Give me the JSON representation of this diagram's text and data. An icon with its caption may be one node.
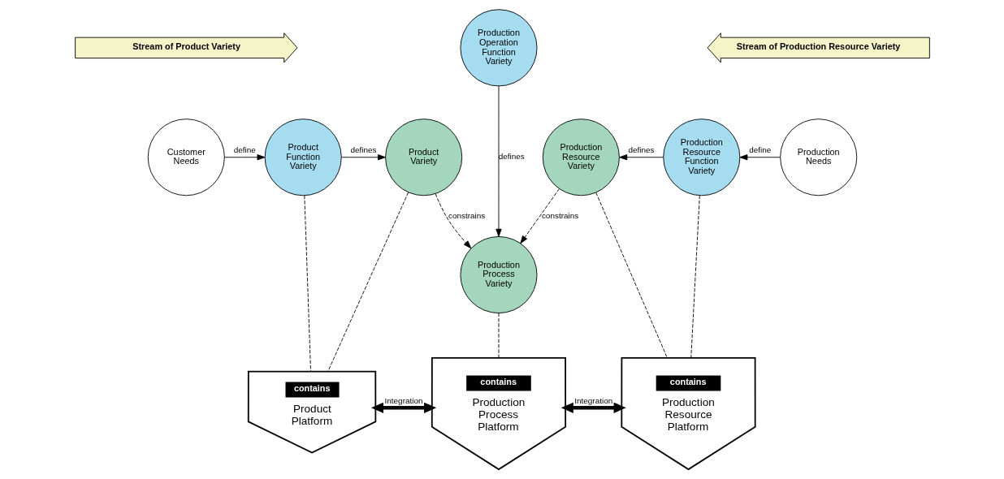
{
  "diagram": {
    "nodes": [
      {
        "text": [
          "Stream of Product Variety"
        ]
      },
      {
        "text": [
          "Production Operation Function Variety"
        ]
      },
      {
        "text": [
          "Stream of Production Resource Variety"
        ]
      },
      {
        "text": [
          "Customer Needs"
        ]
      },
      {
        "text": [
          "Product Function Variety"
        ]
      },
      {
        "text": [
          "Product Variety"
        ]
      },
      {
        "text": [
          "Production Process Variety"
        ]
      },
      {
        "text": [
          "Production Resource Variety"
        ]
      },
      {
        "text": [
          "Production Resource Function Variety"
        ]
      },
      {
        "text": [
          "Production Needs"
        ]
      },
      {
        "text": [
          "contains",
          "Product Platform"
        ]
      },
      {
        "text": [
          "contains",
          "Production Process Platform"
        ]
      },
      {
        "text": [
          "contains",
          "Production Resource Platform"
        ]
      }
    ],
    "edges": [
      {
        "from": 3,
        "to": 4,
        "arrow": "to",
        "label": "define"
      },
      {
        "from": 4,
        "to": 5,
        "arrow": "to",
        "label": "defines"
      },
      {
        "from": 1,
        "to": 6,
        "arrow": "to",
        "label": "defines"
      },
      {
        "from": 5,
        "to": 6,
        "arrow": "to",
        "label": "constrains",
        "style": "dashed"
      },
      {
        "from": 7,
        "to": 6,
        "arrow": "to",
        "label": "constrains",
        "style": "dashed"
      },
      {
        "from": 8,
        "to": 7,
        "arrow": "to",
        "label": "defines"
      },
      {
        "from": 9,
        "to": 8,
        "arrow": "to",
        "label": "define"
      },
      {
        "from": 4,
        "to": 10,
        "arrow": "none",
        "style": "dashed"
      },
      {
        "from": 5,
        "to": 10,
        "arrow": "none",
        "style": "dashed"
      },
      {
        "from": 6,
        "to": 11,
        "arrow": "none",
        "style": "dashed"
      },
      {
        "from": 7,
        "to": 12,
        "arrow": "none",
        "style": "dashed"
      },
      {
        "from": 8,
        "to": 12,
        "arrow": "none",
        "style": "dashed"
      },
      {
        "from": 10,
        "to": 11,
        "arrow": "both",
        "label": "Integration",
        "style": "thick"
      },
      {
        "from": 11,
        "to": 12,
        "arrow": "both",
        "label": "Integration",
        "style": "thick"
      }
    ]
  }
}
